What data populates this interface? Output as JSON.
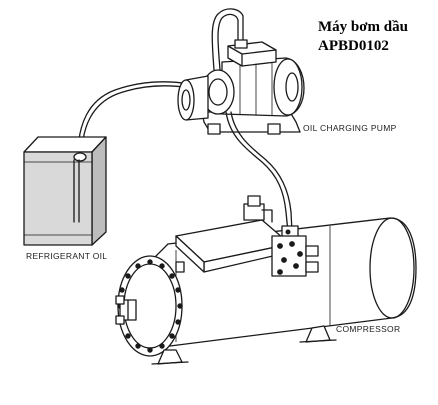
{
  "title": {
    "line1": "Máy bơm dầu",
    "line2": "APBD0102"
  },
  "labels": {
    "pump": "OIL CHARGING PUMP",
    "oil": "REFRIGERANT OIL",
    "compressor": "COMPRESSOR"
  },
  "colors": {
    "line": "#1a1a1a",
    "tank_fill": "#d9d9d9",
    "tank_side": "#bdbdbd",
    "background": "#ffffff"
  }
}
